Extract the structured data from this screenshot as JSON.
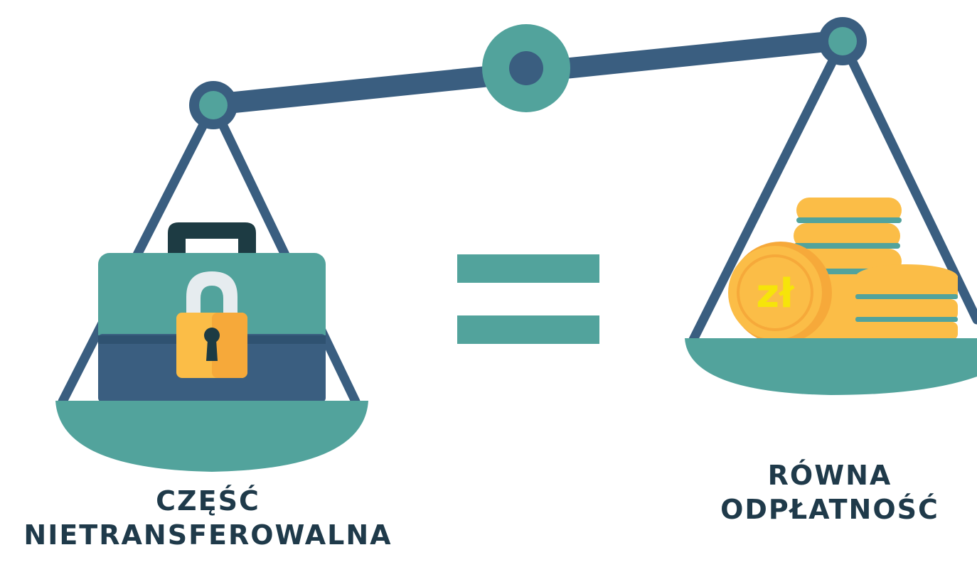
{
  "left_label": {
    "line1": "CZĘŚĆ",
    "line2": "NIETRANSFEROWALNA"
  },
  "right_label": {
    "line1": "RÓWNA",
    "line2": "ODPŁATNOŚĆ"
  },
  "coin_symbol": "zł",
  "colors": {
    "beam": "#3a5e80",
    "teal": "#52a39c",
    "pan": "#52a39c",
    "handle": "#1d3b43",
    "lock_body": "#fbbd47",
    "lock_shackle": "#e6ecef",
    "coin": "#fbbd47",
    "coin_stripe": "#52a39c",
    "text": "#1f3a4a"
  },
  "icons": [
    "balance-scale-icon",
    "briefcase-icon",
    "padlock-icon",
    "equals-sign-icon",
    "coin-stack-icon"
  ]
}
